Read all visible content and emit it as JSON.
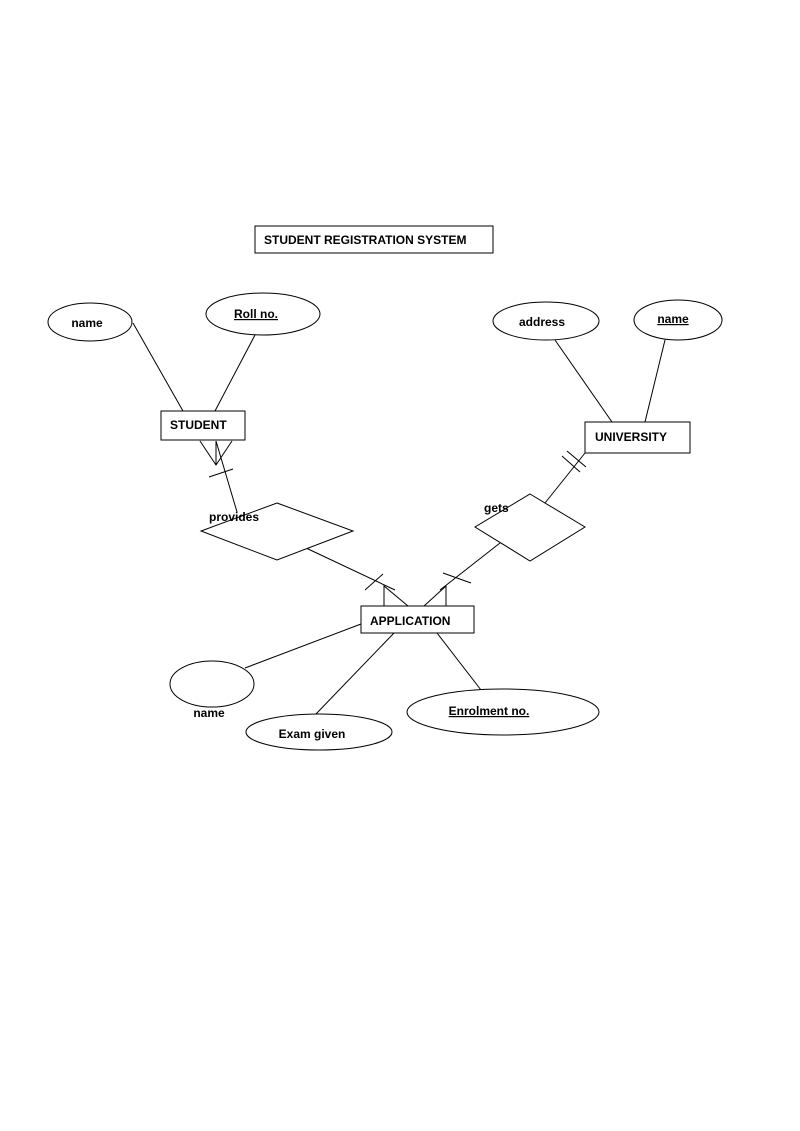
{
  "title": "STUDENT REGISTRATION SYSTEM",
  "entities": {
    "student": "STUDENT",
    "university": "UNIVERSITY",
    "application": "APPLICATION"
  },
  "relationships": {
    "provides": "provides",
    "gets": "gets"
  },
  "attributes": {
    "student_name": "name",
    "student_roll": "Roll no.",
    "university_address": "address",
    "university_name": "name",
    "application_name": "name",
    "application_exam": "Exam given",
    "application_enrolment": "Enrolment no."
  }
}
